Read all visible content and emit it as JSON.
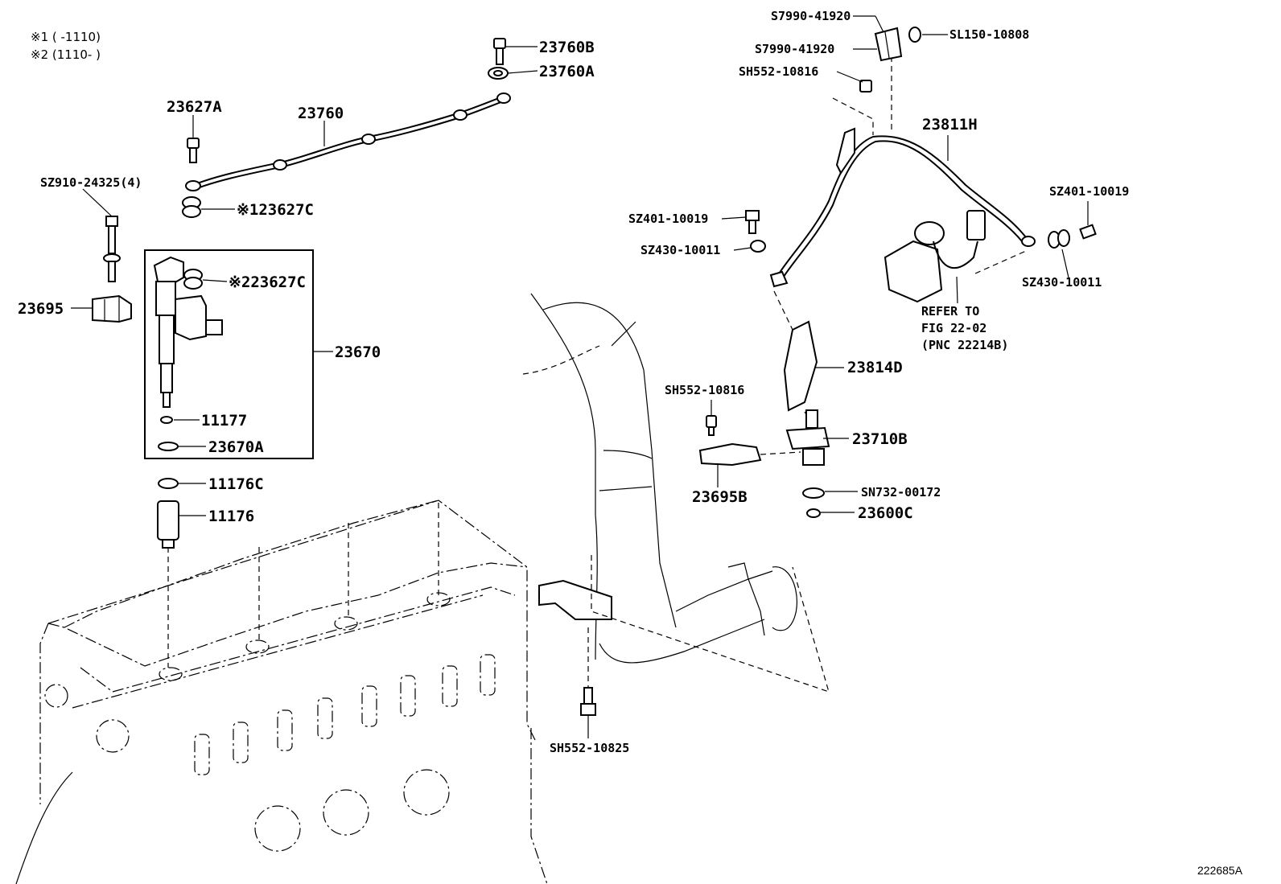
{
  "notes": [
    "※1 (      -1110)",
    "※2 (1110-       )"
  ],
  "figure_id": "222685A",
  "refer": [
    "REFER TO",
    "FIG 22-02",
    "(PNC 22214B)"
  ],
  "labels": {
    "p23760B": "23760B",
    "p23760A": "23760A",
    "p23760": "23760",
    "p23627A": "23627A",
    "pSZ910": "SZ910-24325(4)",
    "p23627C_1": "※123627C",
    "p23627C_2": "※223627C",
    "p23695": "23695",
    "p23670": "23670",
    "p11177": "11177",
    "p23670A": "23670A",
    "p11176C": "11176C",
    "p11176": "11176",
    "pS7990_a": "S7990-41920",
    "pS7990_b": "S7990-41920",
    "pSL150": "SL150-10808",
    "pSH552_top": "SH552-10816",
    "p23811H": "23811H",
    "pSZ401_l": "SZ401-10019",
    "pSZ430_l": "SZ430-10011",
    "pSZ401_r": "SZ401-10019",
    "pSZ430_r": "SZ430-10011",
    "p23814D": "23814D",
    "pSH552_mid": "SH552-10816",
    "p23710B": "23710B",
    "p23695B": "23695B",
    "pSN732": "SN732-00172",
    "p23600C": "23600C",
    "pSH552_bot": "SH552-10825"
  }
}
